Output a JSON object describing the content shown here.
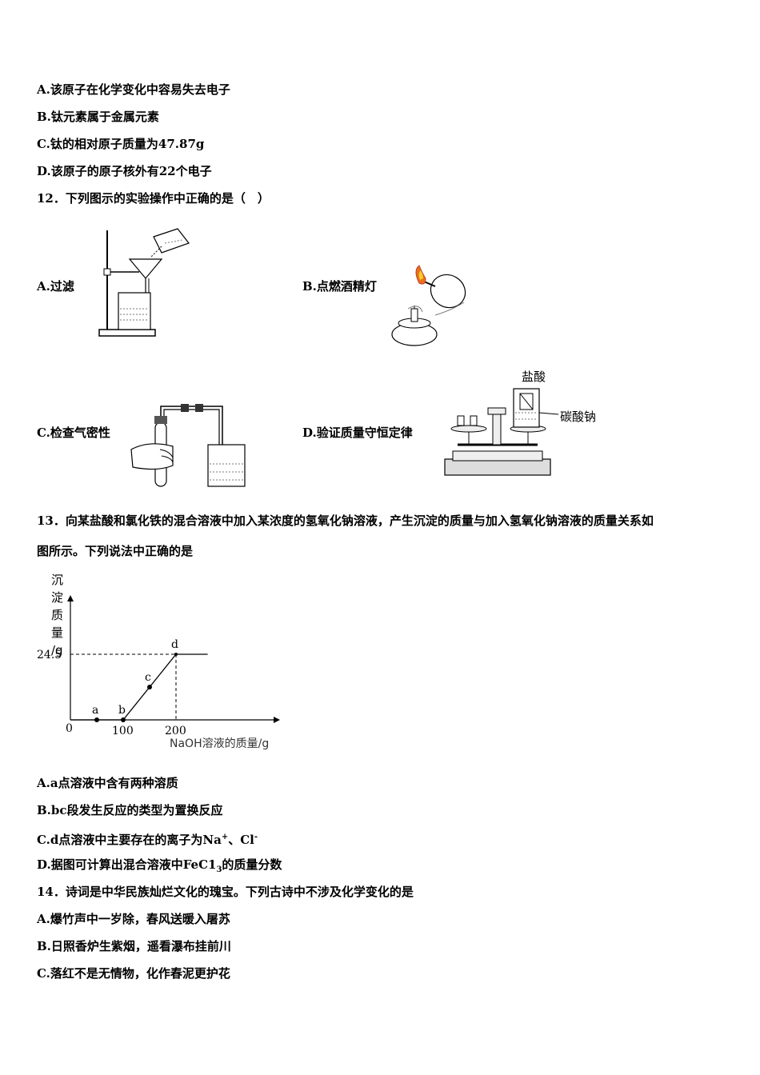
{
  "q11_options": [
    {
      "label": "A.",
      "text": "该原子在化学变化中容易失去电子"
    },
    {
      "label": "B.",
      "text": "钛元素属于金属元素"
    },
    {
      "label": "C.",
      "text": "钛的相对原子质量为47.87g"
    },
    {
      "label": "D.",
      "text": "该原子的原子核外有22个电子"
    }
  ],
  "q12": {
    "stem": "12．下列图示的实验操作中正确的是（　）",
    "options": [
      {
        "label": "A.",
        "text": "过滤"
      },
      {
        "label": "B.",
        "text": "点燃酒精灯"
      },
      {
        "label": "C.",
        "text": "检查气密性"
      },
      {
        "label": "D.",
        "text": "验证质量守恒定律"
      }
    ],
    "figure_d_labels": {
      "acid": "盐酸",
      "salt": "碳酸钠"
    }
  },
  "q13": {
    "stem_line1": "13．向某盐酸和氯化铁的混合溶液中加入某浓度的氢氧化钠溶液，产生沉淀的质量与加入氢氧化钠溶液的质量关系如",
    "stem_line2": "图所示。下列说法中正确的是",
    "options": [
      {
        "label": "A.",
        "text": "a点溶液中含有两种溶质"
      },
      {
        "label": "B.",
        "text": "bc段发生反应的类型为置换反应"
      },
      {
        "label": "C.",
        "text_pre": "d点溶液中主要存在的离子为Na",
        "sup1": "+",
        "mid": "、Cl",
        "sup2": "-"
      },
      {
        "label": "D.",
        "text_pre": "据图可计算出混合溶液中FeC1",
        "sub": "3",
        "text_post": "的质量分数"
      }
    ]
  },
  "chart_data": {
    "type": "line",
    "ylabel": "沉淀质量/g",
    "xlabel": "NaOH溶液的质量/g",
    "origin_label": "0",
    "x_ticks": [
      "100",
      "200"
    ],
    "y_ticks": [
      "24.5"
    ],
    "series": [
      {
        "x": [
          0,
          100,
          200,
          260
        ],
        "y": [
          0,
          0,
          24.5,
          24.5
        ]
      }
    ],
    "points": [
      {
        "label": "a",
        "x": 50,
        "y": 0
      },
      {
        "label": "b",
        "x": 100,
        "y": 0
      },
      {
        "label": "c",
        "x": 150,
        "y": 12.25
      },
      {
        "label": "d",
        "x": 200,
        "y": 24.5
      }
    ]
  },
  "q14": {
    "stem": "14．诗词是中华民族灿烂文化的瑰宝。下列古诗中不涉及化学变化的是",
    "options": [
      {
        "label": "A.",
        "text": "爆竹声中一岁除，春风送暖入屠苏"
      },
      {
        "label": "B.",
        "text": "日照香炉生紫烟，遥看瀑布挂前川"
      },
      {
        "label": "C.",
        "text": "落红不是无情物，化作春泥更护花"
      }
    ]
  }
}
